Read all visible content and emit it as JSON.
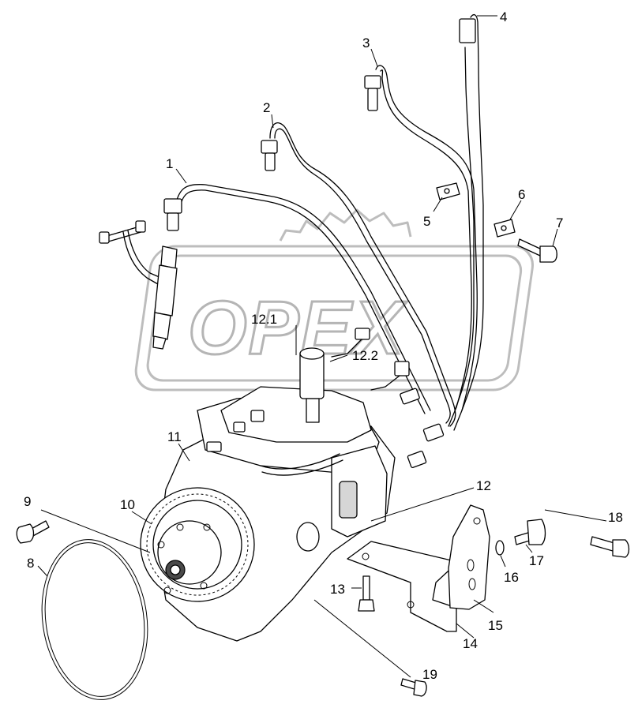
{
  "watermark": {
    "text": "OPEX"
  },
  "callouts": [
    {
      "id": "c1",
      "label": "1"
    },
    {
      "id": "c2",
      "label": "2"
    },
    {
      "id": "c3",
      "label": "3"
    },
    {
      "id": "c4",
      "label": "4"
    },
    {
      "id": "c5",
      "label": "5"
    },
    {
      "id": "c6",
      "label": "6"
    },
    {
      "id": "c7",
      "label": "7"
    },
    {
      "id": "c8",
      "label": "8"
    },
    {
      "id": "c9",
      "label": "9"
    },
    {
      "id": "c10",
      "label": "10"
    },
    {
      "id": "c11",
      "label": "11"
    },
    {
      "id": "c12",
      "label": "12"
    },
    {
      "id": "c12_1",
      "label": "12.1"
    },
    {
      "id": "c12_2",
      "label": "12.2"
    },
    {
      "id": "c13",
      "label": "13"
    },
    {
      "id": "c14",
      "label": "14"
    },
    {
      "id": "c15",
      "label": "15"
    },
    {
      "id": "c16",
      "label": "16"
    },
    {
      "id": "c17",
      "label": "17"
    },
    {
      "id": "c18",
      "label": "18"
    },
    {
      "id": "c19",
      "label": "19"
    }
  ]
}
